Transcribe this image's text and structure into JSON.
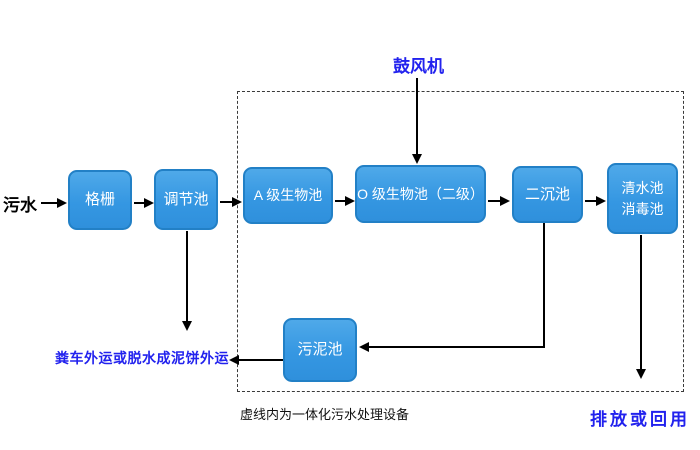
{
  "diagram": {
    "type": "flowchart",
    "title_context": "integrated wastewater treatment process flow",
    "colors": {
      "box_fill_top": "#4fa9e9",
      "box_fill_bottom": "#2f90dc",
      "box_border": "#2280c6",
      "box_text": "#ffffff",
      "blue_label_text": "#2222ee",
      "black_text": "#000000",
      "arrow": "#000000",
      "dashed_border": "#3a3a3a",
      "background": "#ffffff"
    },
    "nodes": {
      "influent": "污水",
      "blower": "鼓风机",
      "grid": "格栅",
      "regulating_tank": "调节池",
      "a_bio_tank": "A 级生物池",
      "o_bio_tank": "O 级生物池（二级）",
      "secondary_clarifier": "二沉池",
      "clean_water_tank_line1": "清水池",
      "clean_water_tank_line2": "消毒池",
      "sludge_tank": "污泥池"
    },
    "labels": {
      "sludge_disposal": "粪车外运或脱水成泥饼外运",
      "dashed_box_caption": "虚线内为一体化污水处理设备",
      "discharge": "排放或回用"
    },
    "flows": [
      "污水 → 格栅",
      "格栅 → 调节池",
      "调节池 → A 级生物池",
      "A 级生物池 → O 级生物池（二级）",
      "O 级生物池（二级） → 二沉池",
      "二沉池 → 清水池消毒池",
      "鼓风机 → O 级生物池（二级）",
      "调节池 → 粪车外运或脱水成泥饼外运",
      "二沉池 → 污泥池",
      "污泥池 → 粪车外运或脱水成泥饼外运",
      "清水池消毒池 → 排放或回用"
    ]
  }
}
